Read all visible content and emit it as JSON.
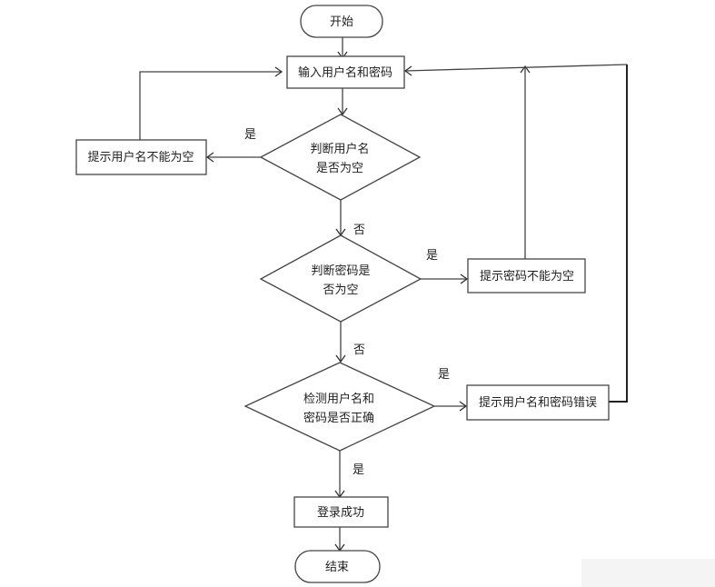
{
  "diagram": {
    "type": "flowchart",
    "nodes": {
      "start": {
        "shape": "terminator",
        "label": "开始"
      },
      "input": {
        "shape": "process",
        "label": "输入用户名和密码"
      },
      "check_username": {
        "shape": "decision",
        "lines": [
          "判断用户名",
          "是否为空"
        ]
      },
      "username_empty": {
        "shape": "process",
        "label": "提示用户名不能为空"
      },
      "check_password": {
        "shape": "decision",
        "lines": [
          "判断密码是",
          "否为空"
        ]
      },
      "password_empty": {
        "shape": "process",
        "label": "提示密码不能为空"
      },
      "verify": {
        "shape": "decision",
        "lines": [
          "检测用户名和",
          "密码是否正确"
        ]
      },
      "wrong": {
        "shape": "process",
        "label": "提示用户名和密码错误"
      },
      "success": {
        "shape": "process",
        "label": "登录成功"
      },
      "end": {
        "shape": "terminator",
        "label": "结束"
      }
    },
    "edges": [
      {
        "from": "start",
        "to": "input",
        "label": ""
      },
      {
        "from": "input",
        "to": "check_username",
        "label": ""
      },
      {
        "from": "check_username",
        "to": "username_empty",
        "label": "是"
      },
      {
        "from": "username_empty",
        "to": "input",
        "label": ""
      },
      {
        "from": "check_username",
        "to": "check_password",
        "label": "否"
      },
      {
        "from": "check_password",
        "to": "password_empty",
        "label": "是"
      },
      {
        "from": "password_empty",
        "to": "input",
        "label": ""
      },
      {
        "from": "check_password",
        "to": "verify",
        "label": "否"
      },
      {
        "from": "verify",
        "to": "wrong",
        "label": "是"
      },
      {
        "from": "wrong",
        "to": "input",
        "label": ""
      },
      {
        "from": "verify",
        "to": "success",
        "label": "是"
      },
      {
        "from": "success",
        "to": "end",
        "label": ""
      }
    ],
    "edge_labels": {
      "username_yes": "是",
      "username_no": "否",
      "password_yes": "是",
      "password_no": "否",
      "verify_right": "是",
      "verify_down": "是"
    }
  }
}
